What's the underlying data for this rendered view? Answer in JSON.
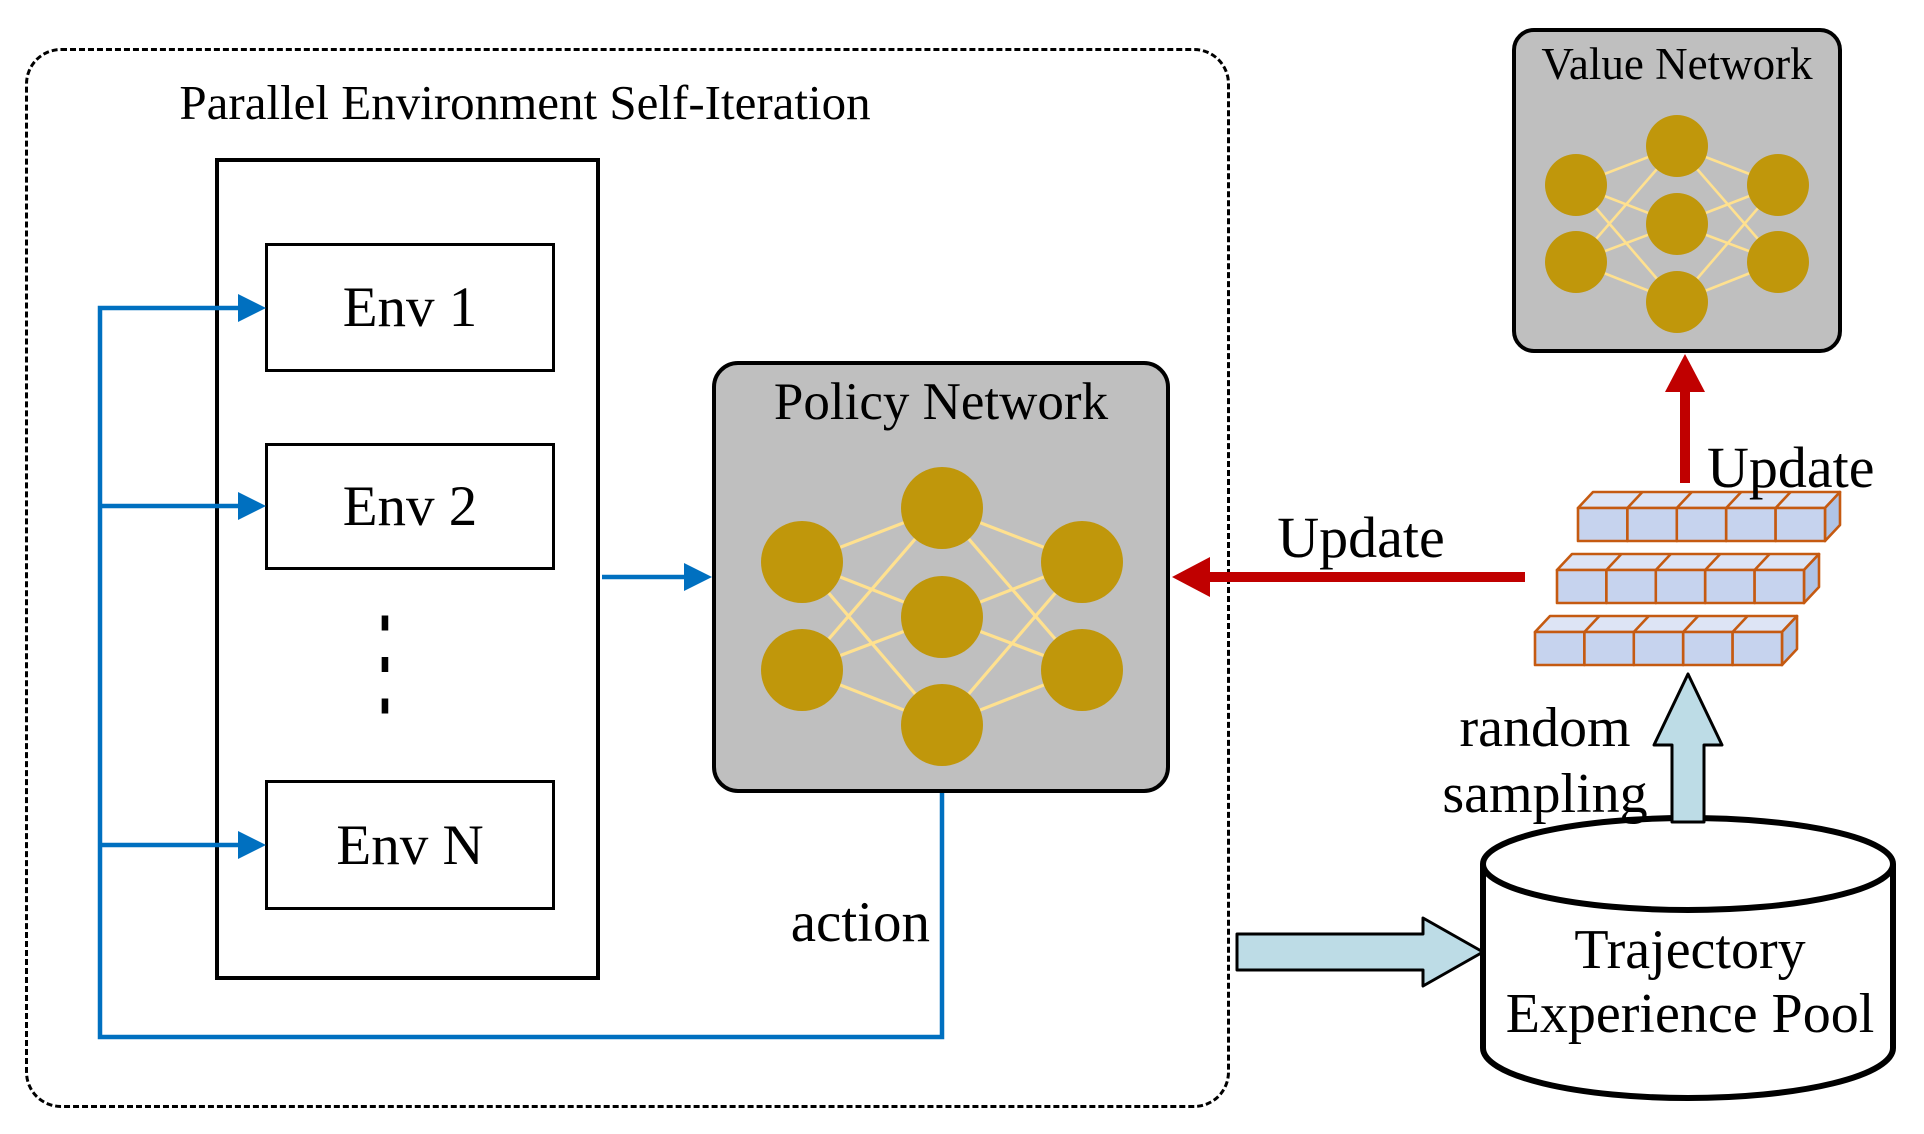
{
  "colors": {
    "blue": "#0070C0",
    "red": "#C00000",
    "gold": "#C0970B",
    "edge_yellow": "#FFE18F",
    "box_gray": "#BFBFBF",
    "cell_front": "#C6D3EE",
    "cell_top": "#DDE4F5",
    "cell_side": "#B0C4E6",
    "cell_stroke": "#C55A11",
    "fat_arrow_fill": "#BDDCE6"
  },
  "dashed_region": {
    "title": "Parallel Environment Self-Iteration"
  },
  "environments": {
    "items": [
      "Env 1",
      "Env 2",
      "Env N"
    ],
    "ellipsis": "⋮"
  },
  "policy_network": {
    "title": "Policy Network"
  },
  "value_network": {
    "title": "Value Network"
  },
  "labels": {
    "action": "action",
    "update_policy": "Update",
    "update_value": "Update",
    "random_sampling_line1": "random",
    "random_sampling_line2": "sampling"
  },
  "experience_pool": {
    "line1": "Trajectory",
    "line2": "Experience Pool"
  },
  "memory_stack": {
    "rows": 3,
    "cells_per_row": 5
  }
}
